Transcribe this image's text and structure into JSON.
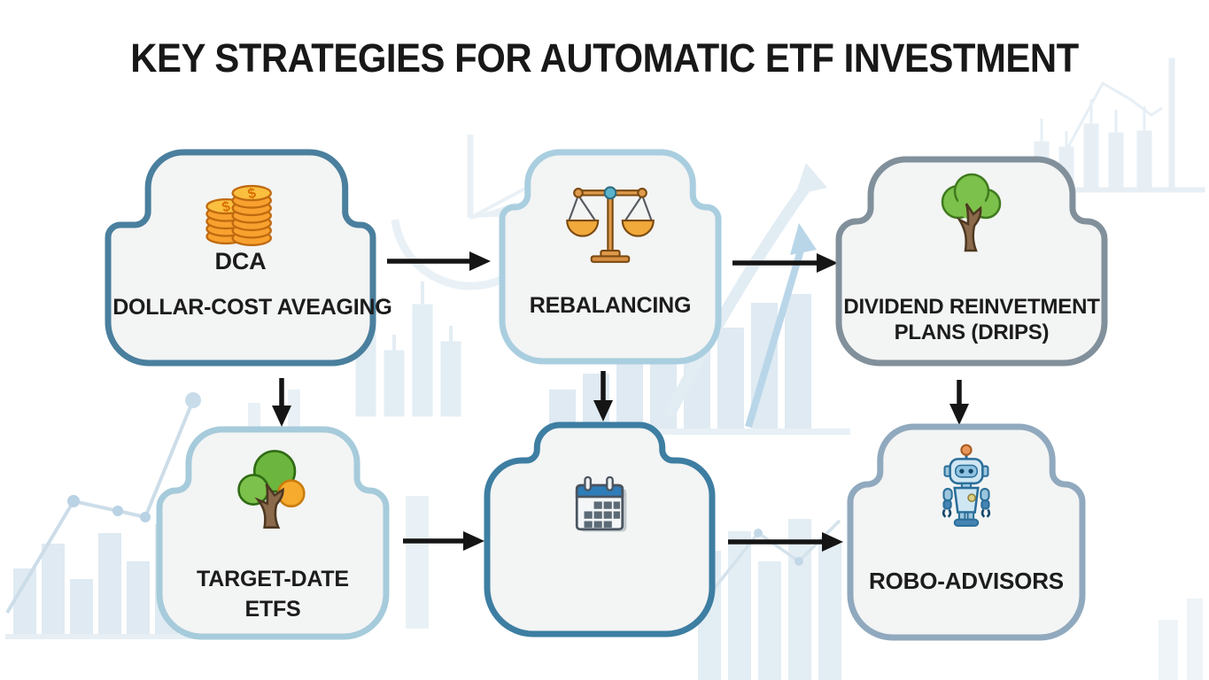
{
  "title": "KEY STRATEGIES FOR AUTOMATIC ETF INVESTMENT",
  "diagram": {
    "nodes": [
      {
        "id": "dca",
        "icon": "coin-stack-icon",
        "line1": "DCA",
        "line2": "DOLLAR-COST AVEAGING",
        "border_color": "#4a7f9e"
      },
      {
        "id": "rebalancing",
        "icon": "balance-scale-icon",
        "line1": "REBALANCING",
        "line2": "",
        "border_color": "#a9cedf"
      },
      {
        "id": "drips",
        "icon": "dividend-tree-icon",
        "line1": "DIVIDEND REINVETMENT",
        "line2": "PLANS (DRIPS)",
        "border_color": "#81909b"
      },
      {
        "id": "target-date-etfs",
        "icon": "tree-with-coin-icon",
        "line1": "TARGET-DATE",
        "line2": "ETFS",
        "border_color": "#a6cbdb"
      },
      {
        "id": "schedule",
        "icon": "calendar-icon",
        "line1": "",
        "line2": "",
        "border_color": "#3d7ea2"
      },
      {
        "id": "robo-advisors",
        "icon": "robot-icon",
        "line1": "ROBO-ADVISORS",
        "line2": "",
        "border_color": "#90a9be"
      }
    ],
    "edges": [
      {
        "from": "dca",
        "to": "rebalancing",
        "direction": "right"
      },
      {
        "from": "rebalancing",
        "to": "drips",
        "direction": "right"
      },
      {
        "from": "dca",
        "to": "target-date-etfs",
        "direction": "down"
      },
      {
        "from": "rebalancing",
        "to": "schedule",
        "direction": "down"
      },
      {
        "from": "drips",
        "to": "robo-advisors",
        "direction": "down"
      },
      {
        "from": "target-date-etfs",
        "to": "schedule",
        "direction": "right"
      },
      {
        "from": "schedule",
        "to": "robo-advisors",
        "direction": "right"
      }
    ]
  },
  "colors": {
    "background": "#ffffff",
    "node_fill": "#f3f4f4",
    "arrow": "#151515",
    "title_text": "#181818",
    "label_text": "#1c1c1c",
    "decor_pale_blue": "#dfeaf2",
    "decor_accent_blue": "#b9d6e9",
    "coin_gold": "#f8a12f",
    "scale_wood": "#e09b4c",
    "tree_green": "#7cc14b",
    "trunk_brown": "#8a6a4b",
    "calendar_blue": "#2e7cb8",
    "robot_blue": "#cfe6f3",
    "antenna_orange": "#e8965a"
  }
}
